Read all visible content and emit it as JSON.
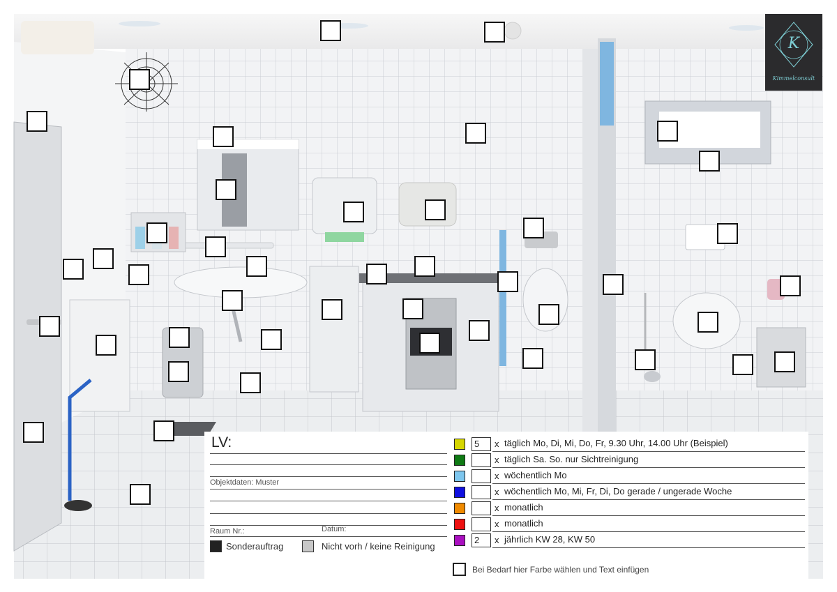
{
  "logo": {
    "mark": "K",
    "name": "Kimmelconsult",
    "bg_color": "#2b2b2d",
    "accent_color": "#7fd0d6"
  },
  "form": {
    "lv_label": "LV:",
    "objektdaten_label": "Objektdaten: Muster",
    "raum_label": "Raum Nr.:",
    "datum_label": "Datum:",
    "legend": [
      {
        "label": "Sonderauftrag",
        "color": "#222222"
      },
      {
        "label": "Nicht vorh / keine Reinigung",
        "color": "#c8c8c8"
      }
    ],
    "frequency_rows": [
      {
        "color": "#d6d600",
        "count": "5",
        "x": "x",
        "text": "täglich Mo, Di, Mi, Do, Fr, 9.30 Uhr, 14.00 Uhr (Beispiel)"
      },
      {
        "color": "#0f7a14",
        "count": "",
        "x": "x",
        "text": "täglich Sa. So. nur Sichtreinigung"
      },
      {
        "color": "#7dc6ee",
        "count": "",
        "x": "x",
        "text": "wöchentlich Mo"
      },
      {
        "color": "#1010e0",
        "count": "",
        "x": "x",
        "text": "wöchentlich Mo, Mi, Fr, Di, Do gerade / ungerade Woche"
      },
      {
        "color": "#f08a00",
        "count": "",
        "x": "x",
        "text": "monatlich"
      },
      {
        "color": "#ee1111",
        "count": "",
        "x": "x",
        "text": "monatlich"
      },
      {
        "color": "#aa10c0",
        "count": "2",
        "x": "x",
        "text": "jährlich KW 28, KW 50"
      }
    ],
    "custom_hint": "Bei Bedarf hier Farbe wählen und Text einfügen"
  }
}
